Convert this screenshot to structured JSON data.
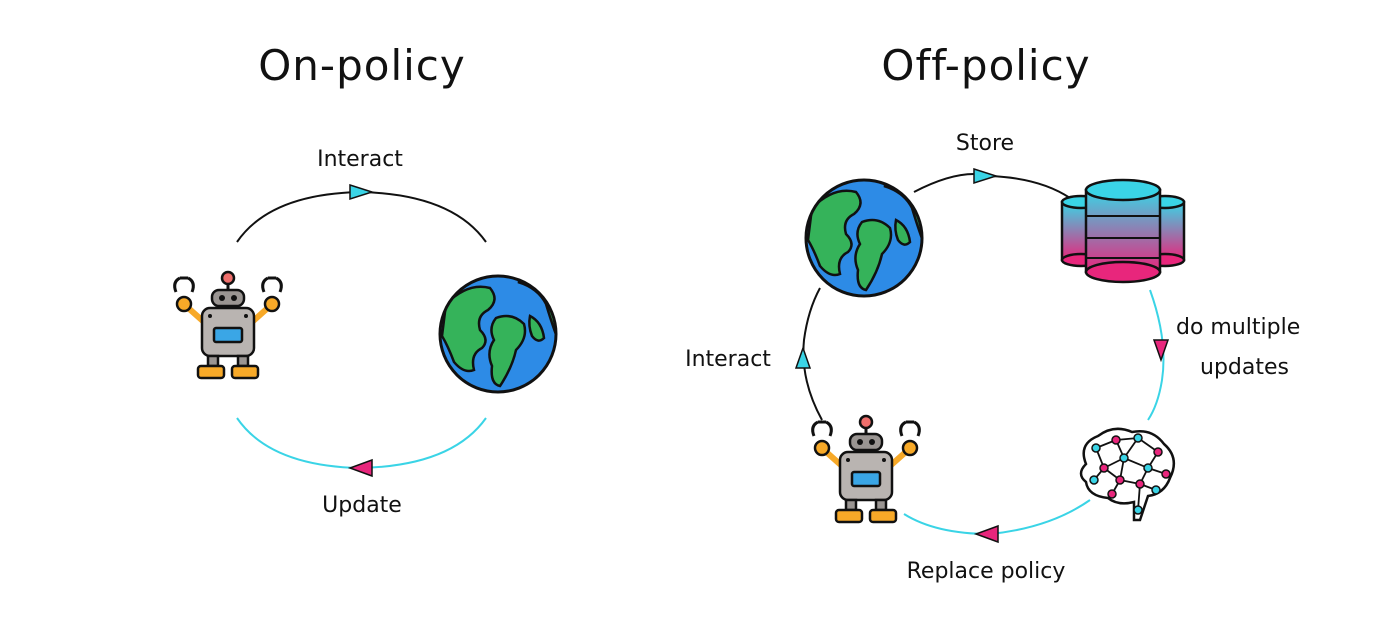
{
  "on_policy": {
    "title": "On-policy",
    "interact_label": "Interact",
    "update_label": "Update"
  },
  "off_policy": {
    "title": "Off-policy",
    "store_label": "Store",
    "multi_update_line1": "do multiple",
    "multi_update_line2": "updates",
    "replace_label": "Replace policy",
    "interact_label": "Interact"
  },
  "icons": {
    "agent": "robot-icon",
    "environment": "globe-icon",
    "buffer": "database-icon",
    "policy": "neural-network-brain-icon"
  },
  "colors": {
    "cycle_line": "#111111",
    "update_line": "#3ad4e6",
    "forward_arrow": "#3ad4e6",
    "update_arrow": "#e8267c",
    "ocean": "#2d8be6",
    "land": "#35b35a",
    "db_top": "#3ad4e6",
    "db_bottom": "#e8267c"
  }
}
